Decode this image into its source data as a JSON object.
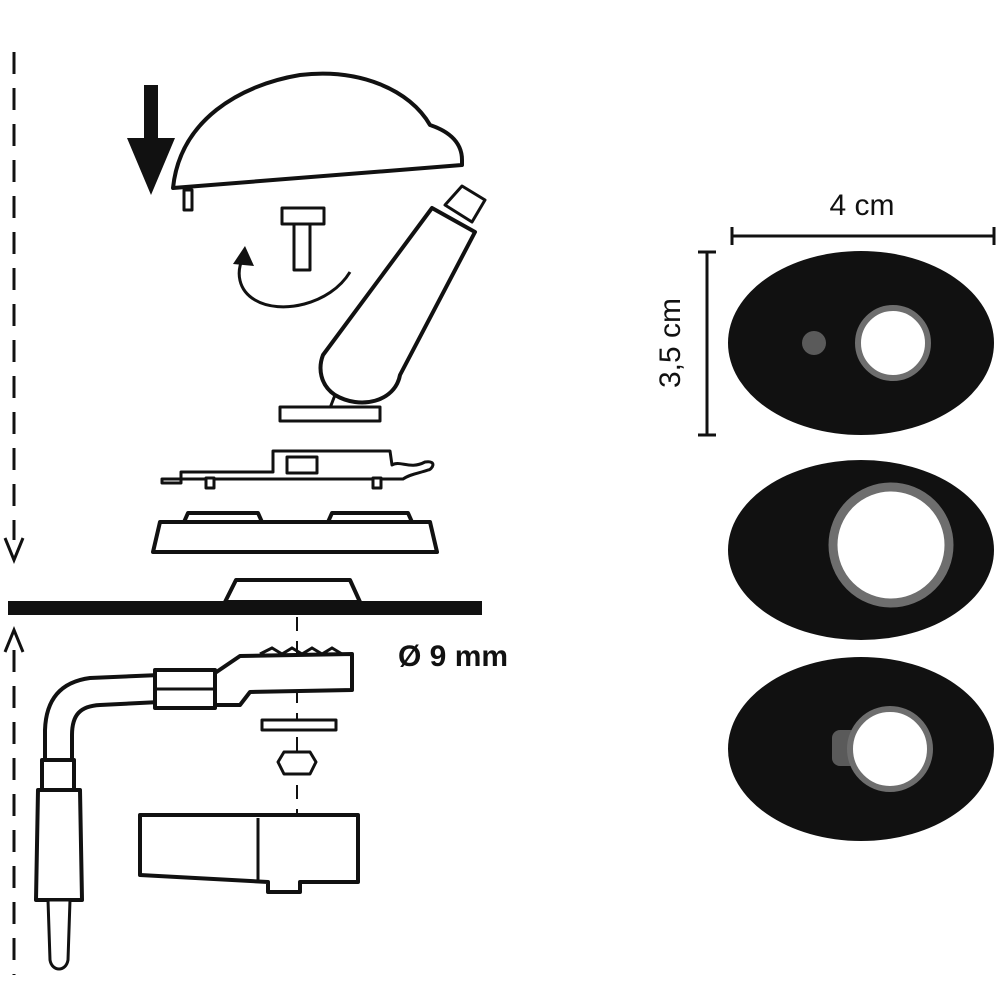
{
  "dimensions": {
    "width_label": "4 cm",
    "height_label": "3,5 cm",
    "hole_label": "Ø 9 mm"
  },
  "colors": {
    "ink": "#111111",
    "ring": "#6e6e6e",
    "dot": "#5a5a5a",
    "background": "#ffffff"
  }
}
